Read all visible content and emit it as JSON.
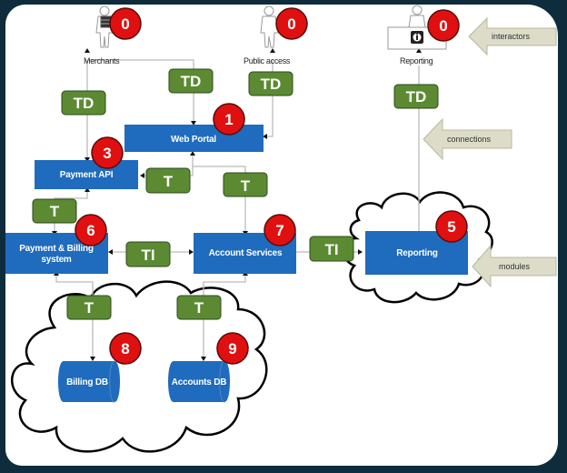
{
  "diagram": {
    "actors": [
      {
        "id": "merchants",
        "label": "Merchants",
        "badge": "0"
      },
      {
        "id": "public",
        "label": "Public access",
        "badge": "0"
      },
      {
        "id": "reporting-actor",
        "label": "Reporting",
        "badge": "0"
      }
    ],
    "components": [
      {
        "id": "web-portal",
        "label": "Web Portal",
        "badge": "1"
      },
      {
        "id": "payment-api",
        "label": "Payment API",
        "badge": "3"
      },
      {
        "id": "payment-billing",
        "label_line1": "Payment & Billing",
        "label_line2": "system",
        "badge": "6"
      },
      {
        "id": "account-services",
        "label": "Account Services",
        "badge": "7"
      },
      {
        "id": "reporting",
        "label": "Reporting",
        "badge": "5"
      }
    ],
    "databases": [
      {
        "id": "billing-db",
        "label": "Billing DB",
        "badge": "8"
      },
      {
        "id": "accounts-db",
        "label": "Accounts DB",
        "badge": "9"
      }
    ],
    "connections": [
      {
        "from": "merchants",
        "to": "payment-api",
        "tag": "TD"
      },
      {
        "from": "merchants",
        "to": "web-portal",
        "tag": "TD"
      },
      {
        "from": "public",
        "to": "web-portal",
        "tag": "TD"
      },
      {
        "from": "reporting-actor",
        "to": "reporting",
        "tag": "TD"
      },
      {
        "from": "web-portal",
        "to": "payment-api",
        "tag": "T"
      },
      {
        "from": "web-portal",
        "to": "account-services",
        "tag": "T"
      },
      {
        "from": "payment-api",
        "to": "payment-billing",
        "tag": "T"
      },
      {
        "from": "payment-billing",
        "to": "account-services",
        "tag": "TI"
      },
      {
        "from": "account-services",
        "to": "reporting",
        "tag": "TI"
      },
      {
        "from": "payment-billing",
        "to": "billing-db",
        "tag": "T"
      },
      {
        "from": "account-services",
        "to": "accounts-db",
        "tag": "T"
      }
    ],
    "callouts": [
      {
        "id": "interactors",
        "label": "interactors"
      },
      {
        "id": "connections",
        "label": "connections"
      },
      {
        "id": "modules",
        "label": "modules"
      }
    ],
    "colors": {
      "component": "#1f6bbd",
      "tag": "#5b8a32",
      "badge": "#e01010",
      "callout": "#dcdcc8",
      "frame": "#0e2c3c"
    }
  }
}
